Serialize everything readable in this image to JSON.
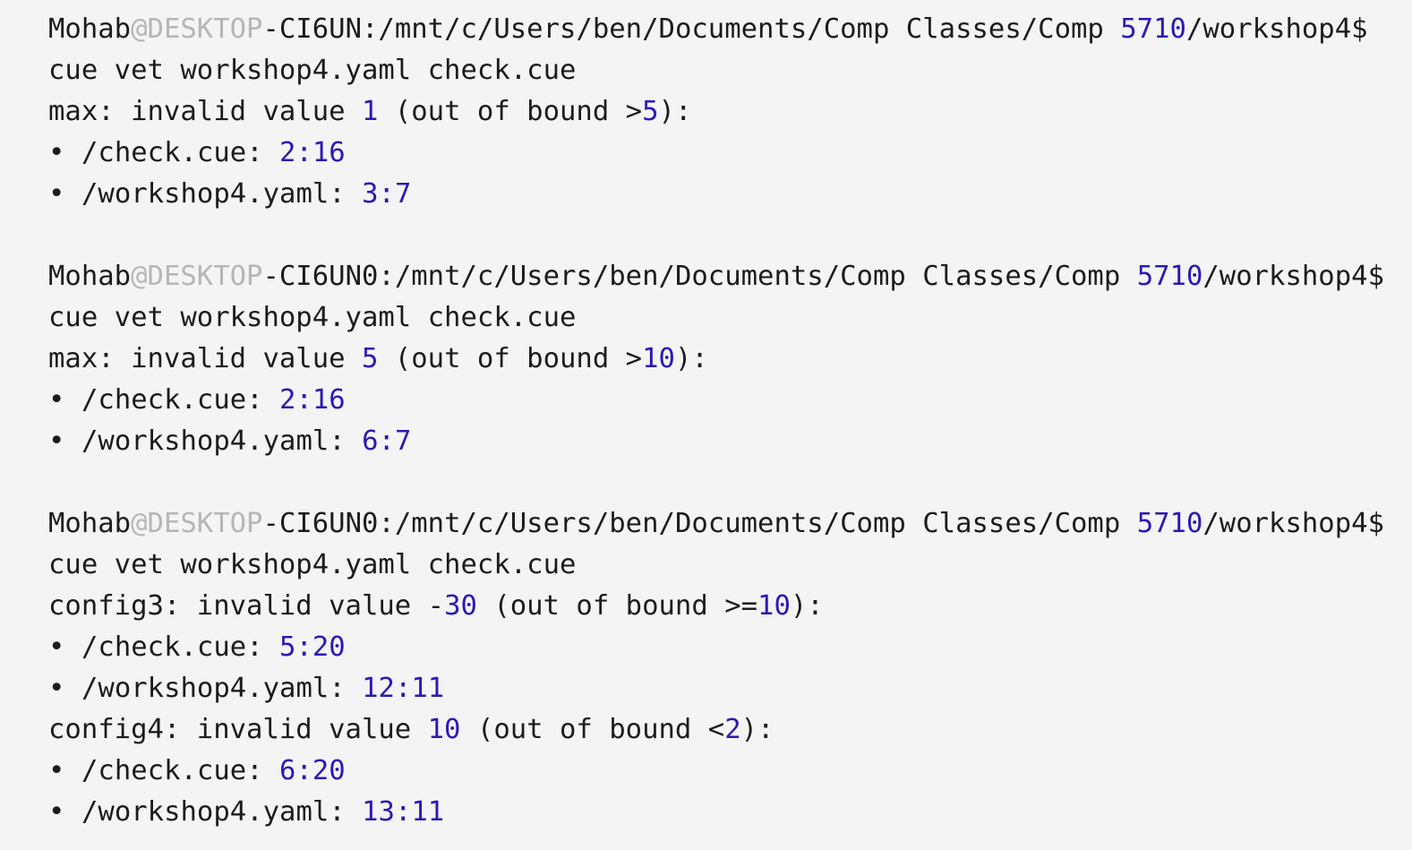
{
  "colors": {
    "background": "#f4f4f5",
    "text": "#1c1c1c",
    "number": "#2a1ab5",
    "host": "#b6b6b8"
  },
  "bullet_char": "•",
  "blocks": [
    {
      "prompt": {
        "user": "Mohab",
        "host": "@DESKTOP",
        "mid": "-CI6UN:/mnt/c/Users/ben/Documents/Comp Classes/Comp ",
        "num": "5710",
        "tail": "/workshop4$"
      },
      "command": "cue vet workshop4.yaml check.cue",
      "errors": [
        {
          "message": {
            "pre": "max: invalid value ",
            "value": "1",
            "mid": " (out of bound >",
            "bound": "5",
            "post": "):"
          },
          "refs": [
            {
              "path": "/check.cue: ",
              "pos": "2:16"
            },
            {
              "path": "/workshop4.yaml: ",
              "pos": "3:7"
            }
          ]
        }
      ]
    },
    {
      "prompt": {
        "user": "Mohab",
        "host": "@DESKTOP",
        "mid": "-CI6UN0:/mnt/c/Users/ben/Documents/Comp Classes/Comp ",
        "num": "5710",
        "tail": "/workshop4$"
      },
      "command": "cue vet workshop4.yaml check.cue",
      "errors": [
        {
          "message": {
            "pre": "max: invalid value ",
            "value": "5",
            "mid": " (out of bound >",
            "bound": "10",
            "post": "):"
          },
          "refs": [
            {
              "path": "/check.cue: ",
              "pos": "2:16"
            },
            {
              "path": "/workshop4.yaml: ",
              "pos": "6:7"
            }
          ]
        }
      ]
    },
    {
      "prompt": {
        "user": "Mohab",
        "host": "@DESKTOP",
        "mid": "-CI6UN0:/mnt/c/Users/ben/Documents/Comp Classes/Comp ",
        "num": "5710",
        "tail": "/workshop4$"
      },
      "command": "cue vet workshop4.yaml check.cue",
      "errors": [
        {
          "message": {
            "pre": "config3: invalid value -",
            "value": "30",
            "mid": " (out of bound >=",
            "bound": "10",
            "post": "):"
          },
          "refs": [
            {
              "path": "/check.cue: ",
              "pos": "5:20"
            },
            {
              "path": "/workshop4.yaml: ",
              "pos": "12:11"
            }
          ]
        },
        {
          "message": {
            "pre": "config4: invalid value ",
            "value": "10",
            "mid": " (out of bound <",
            "bound": "2",
            "post": "):"
          },
          "refs": [
            {
              "path": "/check.cue: ",
              "pos": "6:20"
            },
            {
              "path": "/workshop4.yaml: ",
              "pos": "13:11"
            }
          ]
        }
      ]
    }
  ]
}
